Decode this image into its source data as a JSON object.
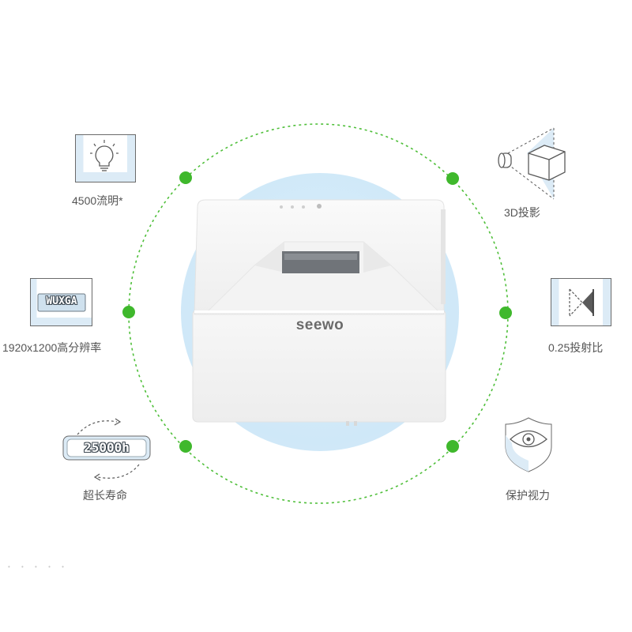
{
  "brand": {
    "name": "seewo"
  },
  "features": [
    {
      "id": "brightness",
      "label": "4500流明*",
      "icon": "lightbulb-icon"
    },
    {
      "id": "resolution",
      "label": "1920x1200高分辨率",
      "icon": "wuxga-badge-icon",
      "badge_text": "WUXGA"
    },
    {
      "id": "lifespan",
      "label": "超长寿命",
      "icon": "lamp-life-icon",
      "badge_text": "25000h"
    },
    {
      "id": "3d",
      "label": "3D投影",
      "icon": "3d-cube-projection-icon"
    },
    {
      "id": "throw-ratio",
      "label": "0.25投射比",
      "icon": "throw-ratio-icon"
    },
    {
      "id": "eye-care",
      "label": "保护视力",
      "icon": "eye-shield-icon"
    }
  ],
  "colors": {
    "ring": "#4fbf3a",
    "node": "#3fb82c",
    "glow": "#d4ebf9",
    "icon_line": "#5a5a5a",
    "icon_bg": "#dcebf6"
  }
}
